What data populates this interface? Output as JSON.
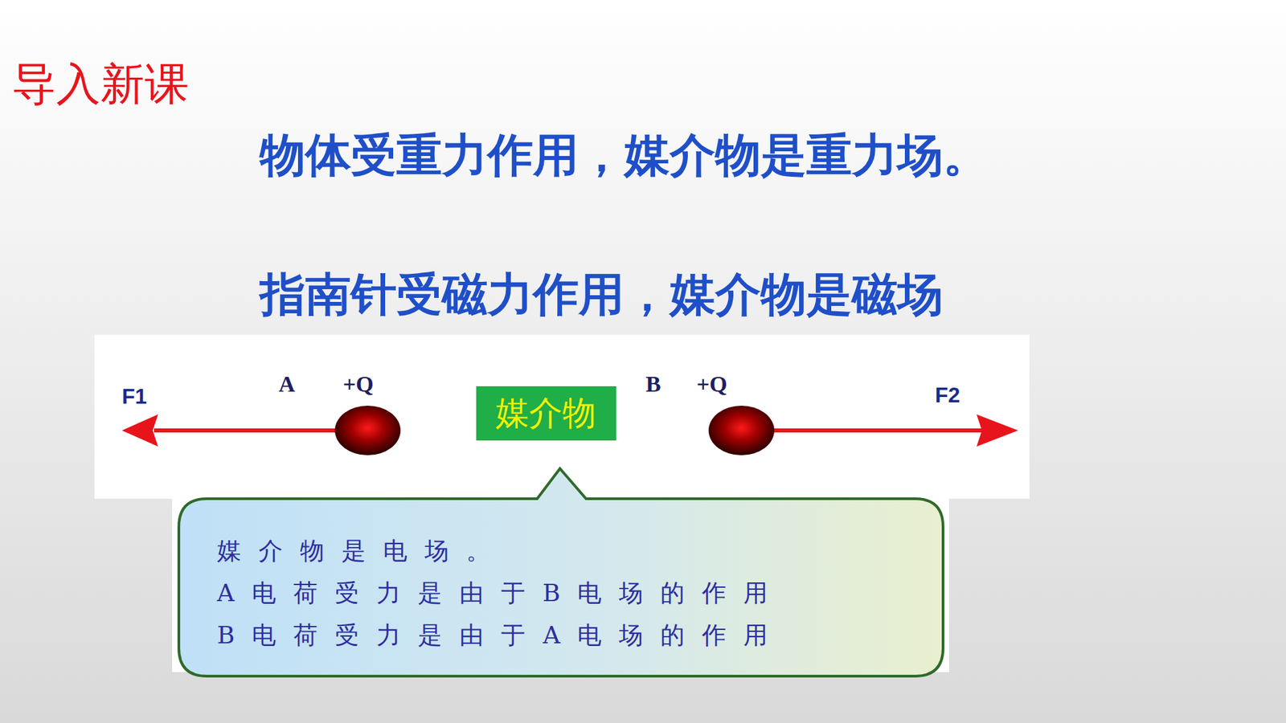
{
  "diagram": {
    "title": "导入新课",
    "nodes": [
      {
        "text": [
          "媒介物"
        ]
      },
      {
        "text": [
          "媒介物是电场。",
          "A电荷受力是由于B电场的作用",
          "B电荷受力是由于A电场的作用"
        ]
      }
    ],
    "labels": [
      "物体受重力作用，媒介物是重力场。",
      "指南针受磁力作用，媒介物是磁场",
      "F1",
      "A",
      "+Q",
      "B",
      "+Q",
      "F2"
    ]
  }
}
